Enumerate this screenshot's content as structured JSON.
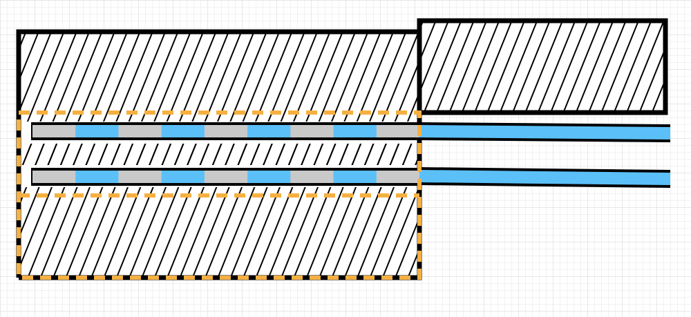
{
  "colors": {
    "background": "#ffffff",
    "grid_minor": "#e6e6e6",
    "grid_major": "#d2d2d2",
    "outline": "#000000",
    "hatch": "#000000",
    "dashed_region": "#f5b041",
    "strand_blue": "#5bc0f8",
    "strand_gray": "#c9c9c9"
  },
  "pattern": {
    "hatch": "diagonal",
    "strand_segments": [
      "gray",
      "blue",
      "gray",
      "blue",
      "gray",
      "blue",
      "gray",
      "blue",
      "gray"
    ]
  }
}
